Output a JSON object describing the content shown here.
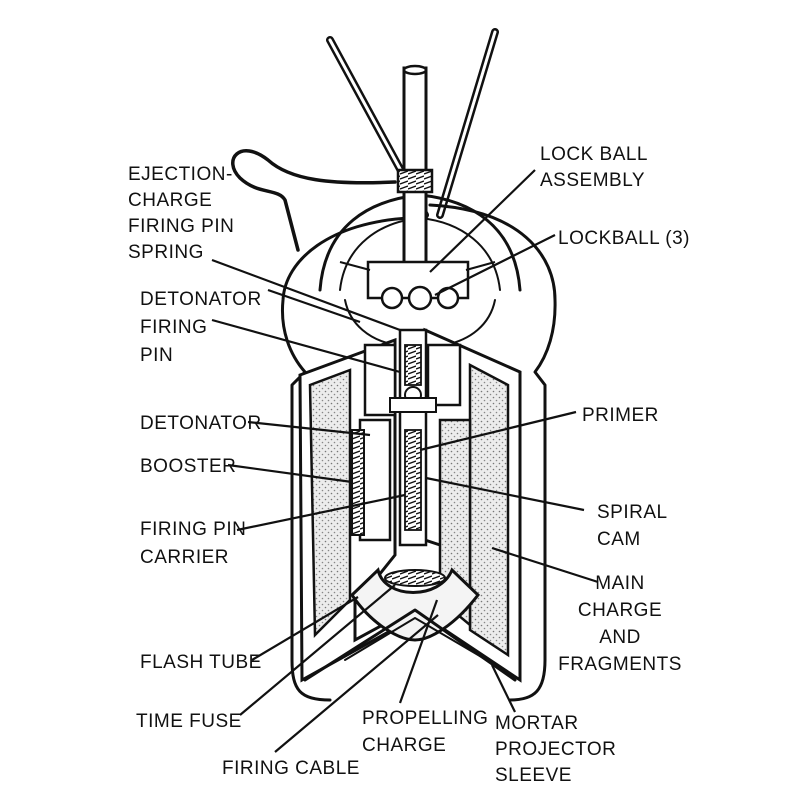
{
  "labels": {
    "ejection_charge_spring": [
      "EJECTION-",
      "CHARGE",
      "FIRING PIN",
      "SPRING"
    ],
    "lock_ball_assembly": [
      "LOCK BALL",
      "ASSEMBLY"
    ],
    "lockball": [
      "LOCKBALL (3)"
    ],
    "detonator_firing_pin": [
      "DETONATOR",
      "FIRING",
      "PIN"
    ],
    "detonator": [
      "DETONATOR"
    ],
    "primer": [
      "PRIMER"
    ],
    "booster": [
      "BOOSTER"
    ],
    "spiral_cam": [
      "SPIRAL",
      "CAM"
    ],
    "firing_pin_carrier": [
      "FIRING PIN",
      "CARRIER"
    ],
    "main_charge": [
      "MAIN",
      "CHARGE",
      "AND",
      "FRAGMENTS"
    ],
    "flash_tube": [
      "FLASH TUBE"
    ],
    "time_fuse": [
      "TIME FUSE"
    ],
    "propelling_charge": [
      "PROPELLING",
      "CHARGE"
    ],
    "mortar_projector_sleeve": [
      "MORTAR",
      "PROJECTOR",
      "SLEEVE"
    ],
    "firing_cable": [
      "FIRING CABLE"
    ]
  },
  "colors": {
    "ink": "#111111",
    "background": "#ffffff",
    "charge_fill": "#d9d9d9"
  }
}
